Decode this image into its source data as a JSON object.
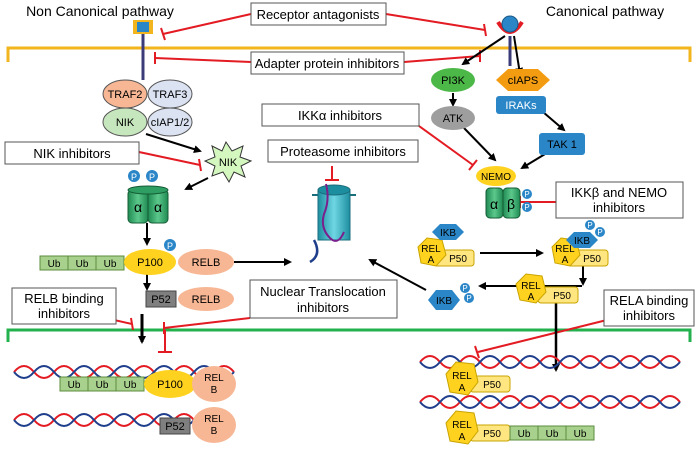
{
  "pathways": {
    "non_canonical": "Non Canonical pathway",
    "canonical": "Canonical pathway"
  },
  "inhibitor_boxes": {
    "receptor_antagonists": "Receptor antagonists",
    "adapter_protein": "Adapter protein inhibitors",
    "ikka": "IKKα inhibitors",
    "nik_line1": "NIK inhibitors",
    "proteasome": "Proteasome inhibitors",
    "ikkb_line1": "IKKβ and NEMO",
    "ikkb_line2": "inhibitors",
    "relb_line1": "RELB binding",
    "relb_line2": "inhibitors",
    "nuclear_line1": "Nuclear Translocation",
    "nuclear_line2": "inhibitors",
    "rela_line1": "RELA binding",
    "rela_line2": "inhibitors"
  },
  "proteins": {
    "traf2": "TRAF2",
    "traf3": "TRAF3",
    "nik": "NIK",
    "ciap12": "cIAP1/2",
    "nik_star": "NIK",
    "pi3k": "PI3K",
    "atk": "ATK",
    "ciaps": "cIAPS",
    "iraks": "IRAKs",
    "tak1": "TAK 1",
    "nemo": "NEMO",
    "alpha": "α",
    "beta": "β",
    "p100": "P100",
    "relb": "RELB",
    "p52": "P52",
    "ikb": "IKB",
    "rel": "REL",
    "a": "A",
    "p50": "P50",
    "rel_b_line1": "REL",
    "rel_b_line2": "B",
    "ub": "Ub",
    "phospho": "P"
  },
  "colors": {
    "red": "#e31b23",
    "green_bracket": "#22b14c",
    "yellow_bracket": "#f2b51d",
    "yellow": "#ffd21f",
    "light_yellow": "#ffe680",
    "salmon": "#f7b795",
    "teal": "#2ab3c4",
    "blue": "#2b86c8",
    "green": "#4cb848",
    "lightgreen": "#a9d18e",
    "grey": "#7f7f7f",
    "ikk_green": "#2e9e63"
  }
}
